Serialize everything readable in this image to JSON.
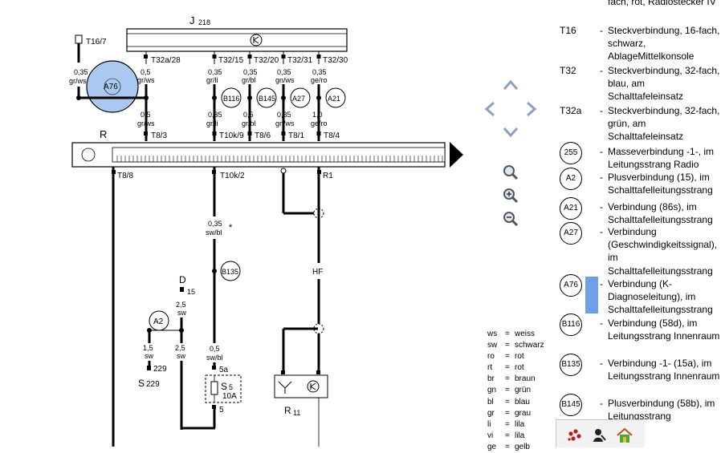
{
  "diagram": {
    "relay_label": "J",
    "relay_sub": "218",
    "connector_top_left": "T16/7",
    "r_label": "R",
    "main_pins_top": [
      "T32a/28",
      "T32/15",
      "T32/20",
      "T32/31",
      "T32/30"
    ],
    "wires_upper": [
      {
        "size": "0,35",
        "color": "gr/ws"
      },
      {
        "size": "0,35",
        "color": "gr/li"
      },
      {
        "size": "0,35",
        "color": "gr/bl"
      },
      {
        "size": "0,35",
        "color": "gn/ws"
      },
      {
        "size": "0,35",
        "color": "ge/ro"
      }
    ],
    "wire_a76_size": "0,5",
    "wire_a76_color": "gr/ws",
    "a76_label": "A76",
    "connectors_mid": [
      "B116",
      "B145",
      "A27",
      "A21"
    ],
    "wires_lower": [
      {
        "size": "0,5",
        "color": "gr/ws"
      },
      {
        "size": "0,35",
        "color": "gr/li"
      },
      {
        "size": "0,5",
        "color": "gr/bl"
      },
      {
        "size": "0,35",
        "color": "gn/ws"
      },
      {
        "size": "1,0",
        "color": "ge/ro"
      }
    ],
    "pins_r_top": [
      "T8/3",
      "T10k/9",
      "T8/6",
      "T8/1",
      "T8/4"
    ],
    "pins_r_bottom": [
      "T8/8",
      "T10k/2",
      "R1"
    ],
    "wire_b135_size": "0,35",
    "wire_b135_color": "sw/bl",
    "asterisk": "*",
    "b135_label": "B135",
    "hf_label": "HF",
    "d_label": "D",
    "d_pin": "15",
    "d_wire_size": "2,5",
    "d_wire_color": "sw",
    "a2_label": "A2",
    "a2_left_size": "1,5",
    "a2_left_color": "sw",
    "a2_right_size": "2,5",
    "a2_right_color": "sw",
    "s229_pin": "229",
    "s229_label": "S",
    "s229_sub": "229",
    "fuse_wire_size": "0,5",
    "fuse_wire_color": "sw/bl",
    "fuse_pin_top": "5a",
    "fuse_label": "S",
    "fuse_num": "5",
    "fuse_amp": "10A",
    "fuse_pin_bottom": "5",
    "r11_label": "R",
    "r11_sub": "11"
  },
  "color_legend": [
    {
      "ab": "ws",
      "name": "weiss"
    },
    {
      "ab": "sw",
      "name": "schwarz"
    },
    {
      "ab": "ro",
      "name": "rot"
    },
    {
      "ab": "rt",
      "name": "rot"
    },
    {
      "ab": "br",
      "name": "braun"
    },
    {
      "ab": "gn",
      "name": "grün"
    },
    {
      "ab": "bl",
      "name": "blau"
    },
    {
      "ab": "gr",
      "name": "grau"
    },
    {
      "ab": "li",
      "name": "lila"
    },
    {
      "ab": "vi",
      "name": "lila"
    },
    {
      "ab": "ge",
      "name": "gelb"
    }
  ],
  "component_legend": {
    "top_fragment": "fach, rot, Radiostecker IV",
    "items": [
      {
        "code": "T16",
        "text": "Steckverbindung, 16-fach, schwarz, AblageMittelkonsole"
      },
      {
        "code": "T32",
        "text": "Steckverbindung, 32-fach, blau, am Schalttafeleinsatz"
      },
      {
        "code": "T32a",
        "text": "Steckverbindung, 32-fach, grün, am Schalttafeleinsatz"
      },
      {
        "code": "255",
        "text": "Masseverbindung -1-, im Leitungsstrang Radio"
      },
      {
        "code": "A2",
        "text": "Plusverbindung (15), im Schalttafelleitungsstrang"
      },
      {
        "code": "A21",
        "text": "Verbindung (86s), im Schalttafelleitungsstrang"
      },
      {
        "code": "A27",
        "text": "Verbindung (Geschwindigkeitssignal), im Schalttafelleitungsstrang"
      },
      {
        "code": "A76",
        "text": "Verbindung (K-Diagnoseleitung), im Schalttafelleitungsstrang"
      },
      {
        "code": "B116",
        "text": "Verbindung (58d), im Leitungsstrang Innenraum"
      },
      {
        "code": "B135",
        "text": "Verbindung -1- (15a), im Leitungsstrang Innenraum"
      },
      {
        "code": "B145",
        "text": "Plusverbindung (58b), im Leitungsstrang"
      }
    ]
  },
  "colors": {
    "a76_fill": "#aac8f0",
    "highlight": "#6fa0e6",
    "toolbar_bg": "#f2f2f2",
    "nav_stroke": "#8aa0c0"
  },
  "icons": [
    "arrow-up-icon",
    "arrow-left-icon",
    "arrow-right-icon",
    "arrow-down-icon",
    "zoom-search-icon",
    "zoom-in-icon",
    "zoom-out-icon",
    "cluster-icon",
    "person-icon",
    "home-icon"
  ]
}
